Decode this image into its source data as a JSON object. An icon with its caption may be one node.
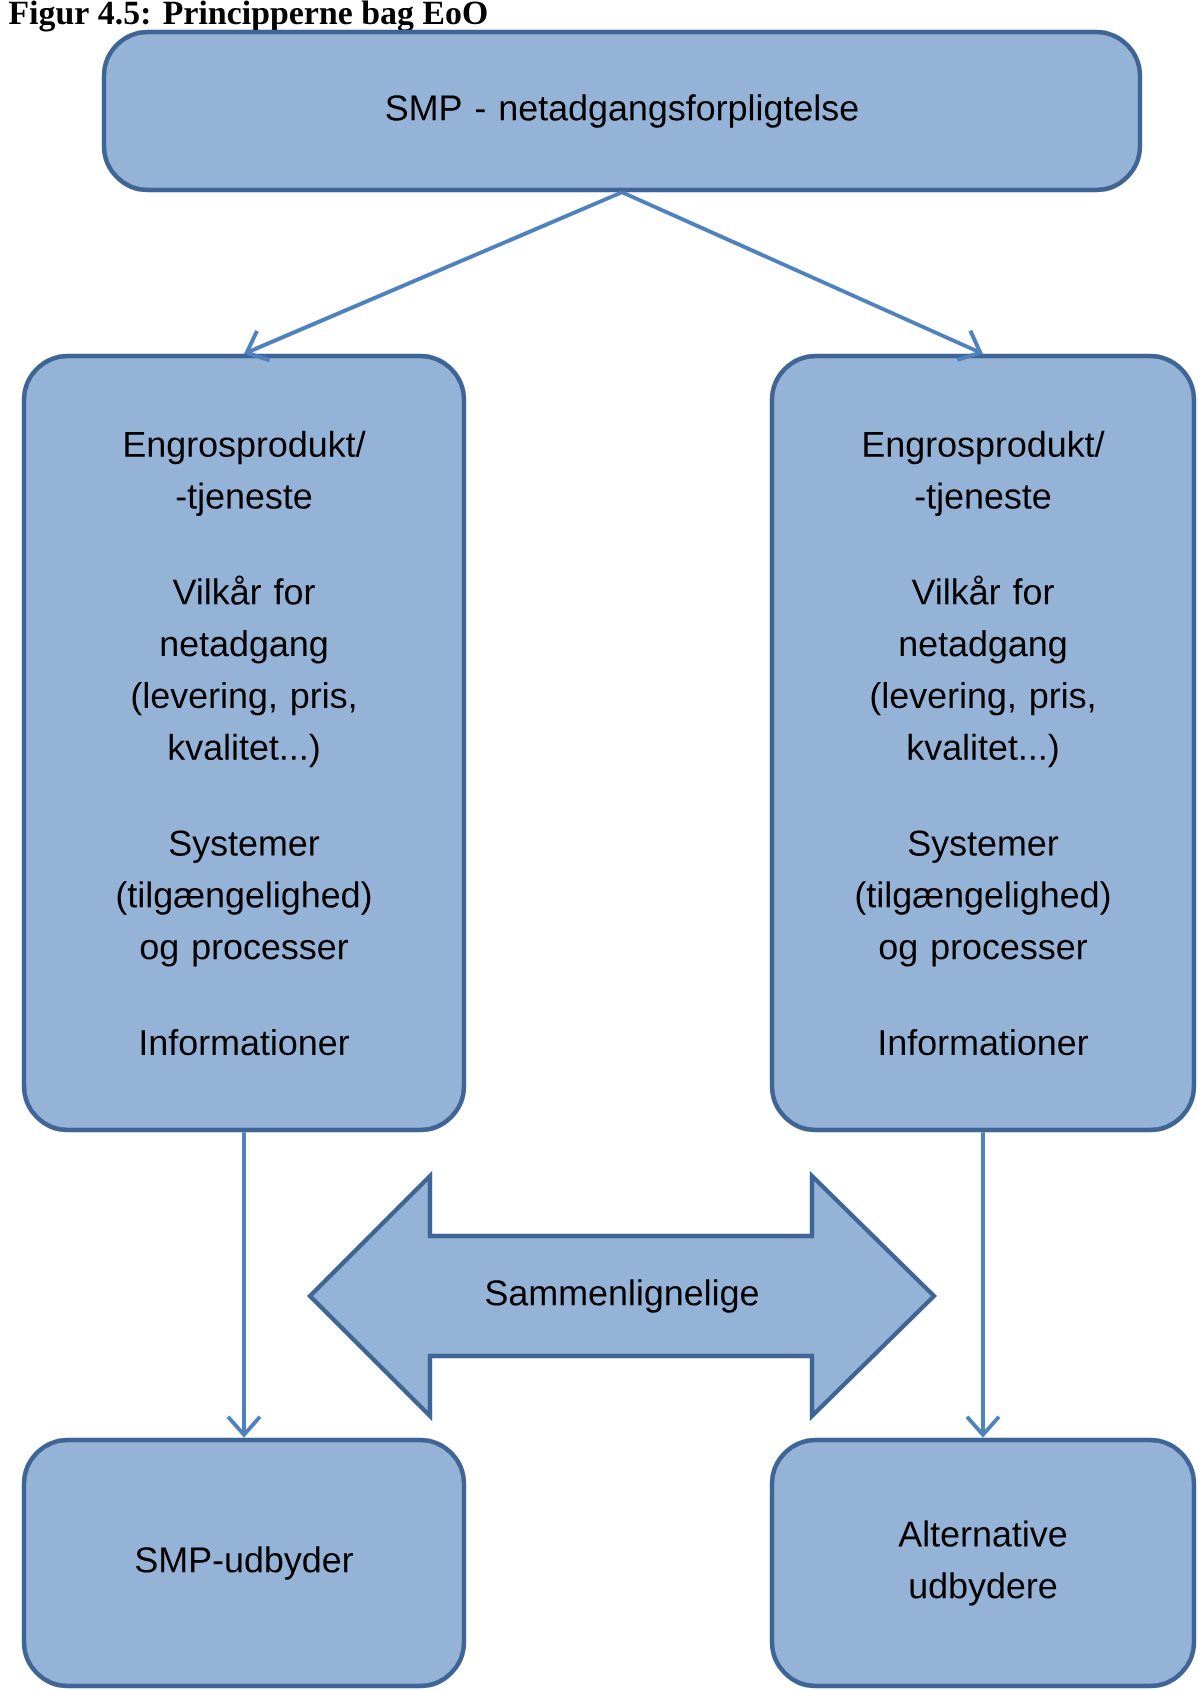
{
  "diagram": {
    "title": "Figur 4.5: Principperne bag EoO",
    "nodes": [
      {
        "text": [
          "SMP - netadgangsforpligtelse"
        ]
      },
      {
        "text": [
          "Engrosprodukt/ -tjeneste",
          "Vilkår for netadgang (levering, pris, kvalitet...)",
          "Systemer (tilgængelighed) og processer",
          "Informationer"
        ]
      },
      {
        "text": [
          "Engrosprodukt/ -tjeneste",
          "Vilkår for netadgang (levering, pris, kvalitet...)",
          "Systemer (tilgængelighed) og processer",
          "Informationer"
        ]
      },
      {
        "text": [
          "Sammenlignelige"
        ]
      },
      {
        "text": [
          "SMP-udbyder"
        ]
      },
      {
        "text": [
          "Alternative udbydere"
        ]
      }
    ],
    "edges": [
      {
        "from": 0,
        "to": 1,
        "arrow": "to"
      },
      {
        "from": 0,
        "to": 2,
        "arrow": "to"
      },
      {
        "from": 1,
        "to": 4,
        "arrow": "to"
      },
      {
        "from": 2,
        "to": 5,
        "arrow": "to"
      }
    ]
  }
}
